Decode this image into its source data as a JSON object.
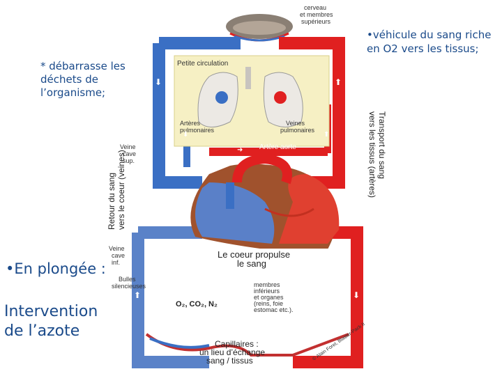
{
  "notes": {
    "left": "* débarrasse les déchets de l’organisme;",
    "right": "•véhicule du sang riche en O2 vers les tissus;",
    "plongee": "•En plongée :",
    "intervention": "Intervention de l’azote"
  },
  "labels": {
    "cerveau": [
      "cerveau",
      "et membres",
      "supérieurs"
    ],
    "petite_circulation": "Petite circulation",
    "arteres_pulmonaires": [
      "Artères",
      "pulmonaires"
    ],
    "veines_pulmonaires": [
      "Veines",
      "pulmonaires"
    ],
    "artere_aorte": "Artère aorte",
    "veine_cave_sup": [
      "Veine",
      "cave",
      "sup."
    ],
    "veine_cave_inf": [
      "Veine",
      "cave",
      "inf."
    ],
    "retour_sang": [
      "Retour du sang",
      "vers le coeur (veines)"
    ],
    "transport_sang": [
      "Transport du sang",
      "vers les tissus (artères)"
    ],
    "coeur_propulse": [
      "Le coeur propulse",
      "le sang"
    ],
    "bulles": [
      "Bulles",
      "silencieuses"
    ],
    "gaz": "O₂, CO₂, N₂",
    "membres_inf": [
      "membres",
      "inférieurs",
      "et organes",
      "(reins, foie",
      "estomac etc.)."
    ],
    "capillaires": [
      "Capillaires :",
      "un lieu d’échange",
      "sang / tissus"
    ],
    "copyright": "© Alain Foret, Blaster-Pack II"
  },
  "colors": {
    "artery": "#e02020",
    "vein": "#3a6fc4",
    "lung_box": "#f6f0c4",
    "text": "#1a4a8a"
  }
}
